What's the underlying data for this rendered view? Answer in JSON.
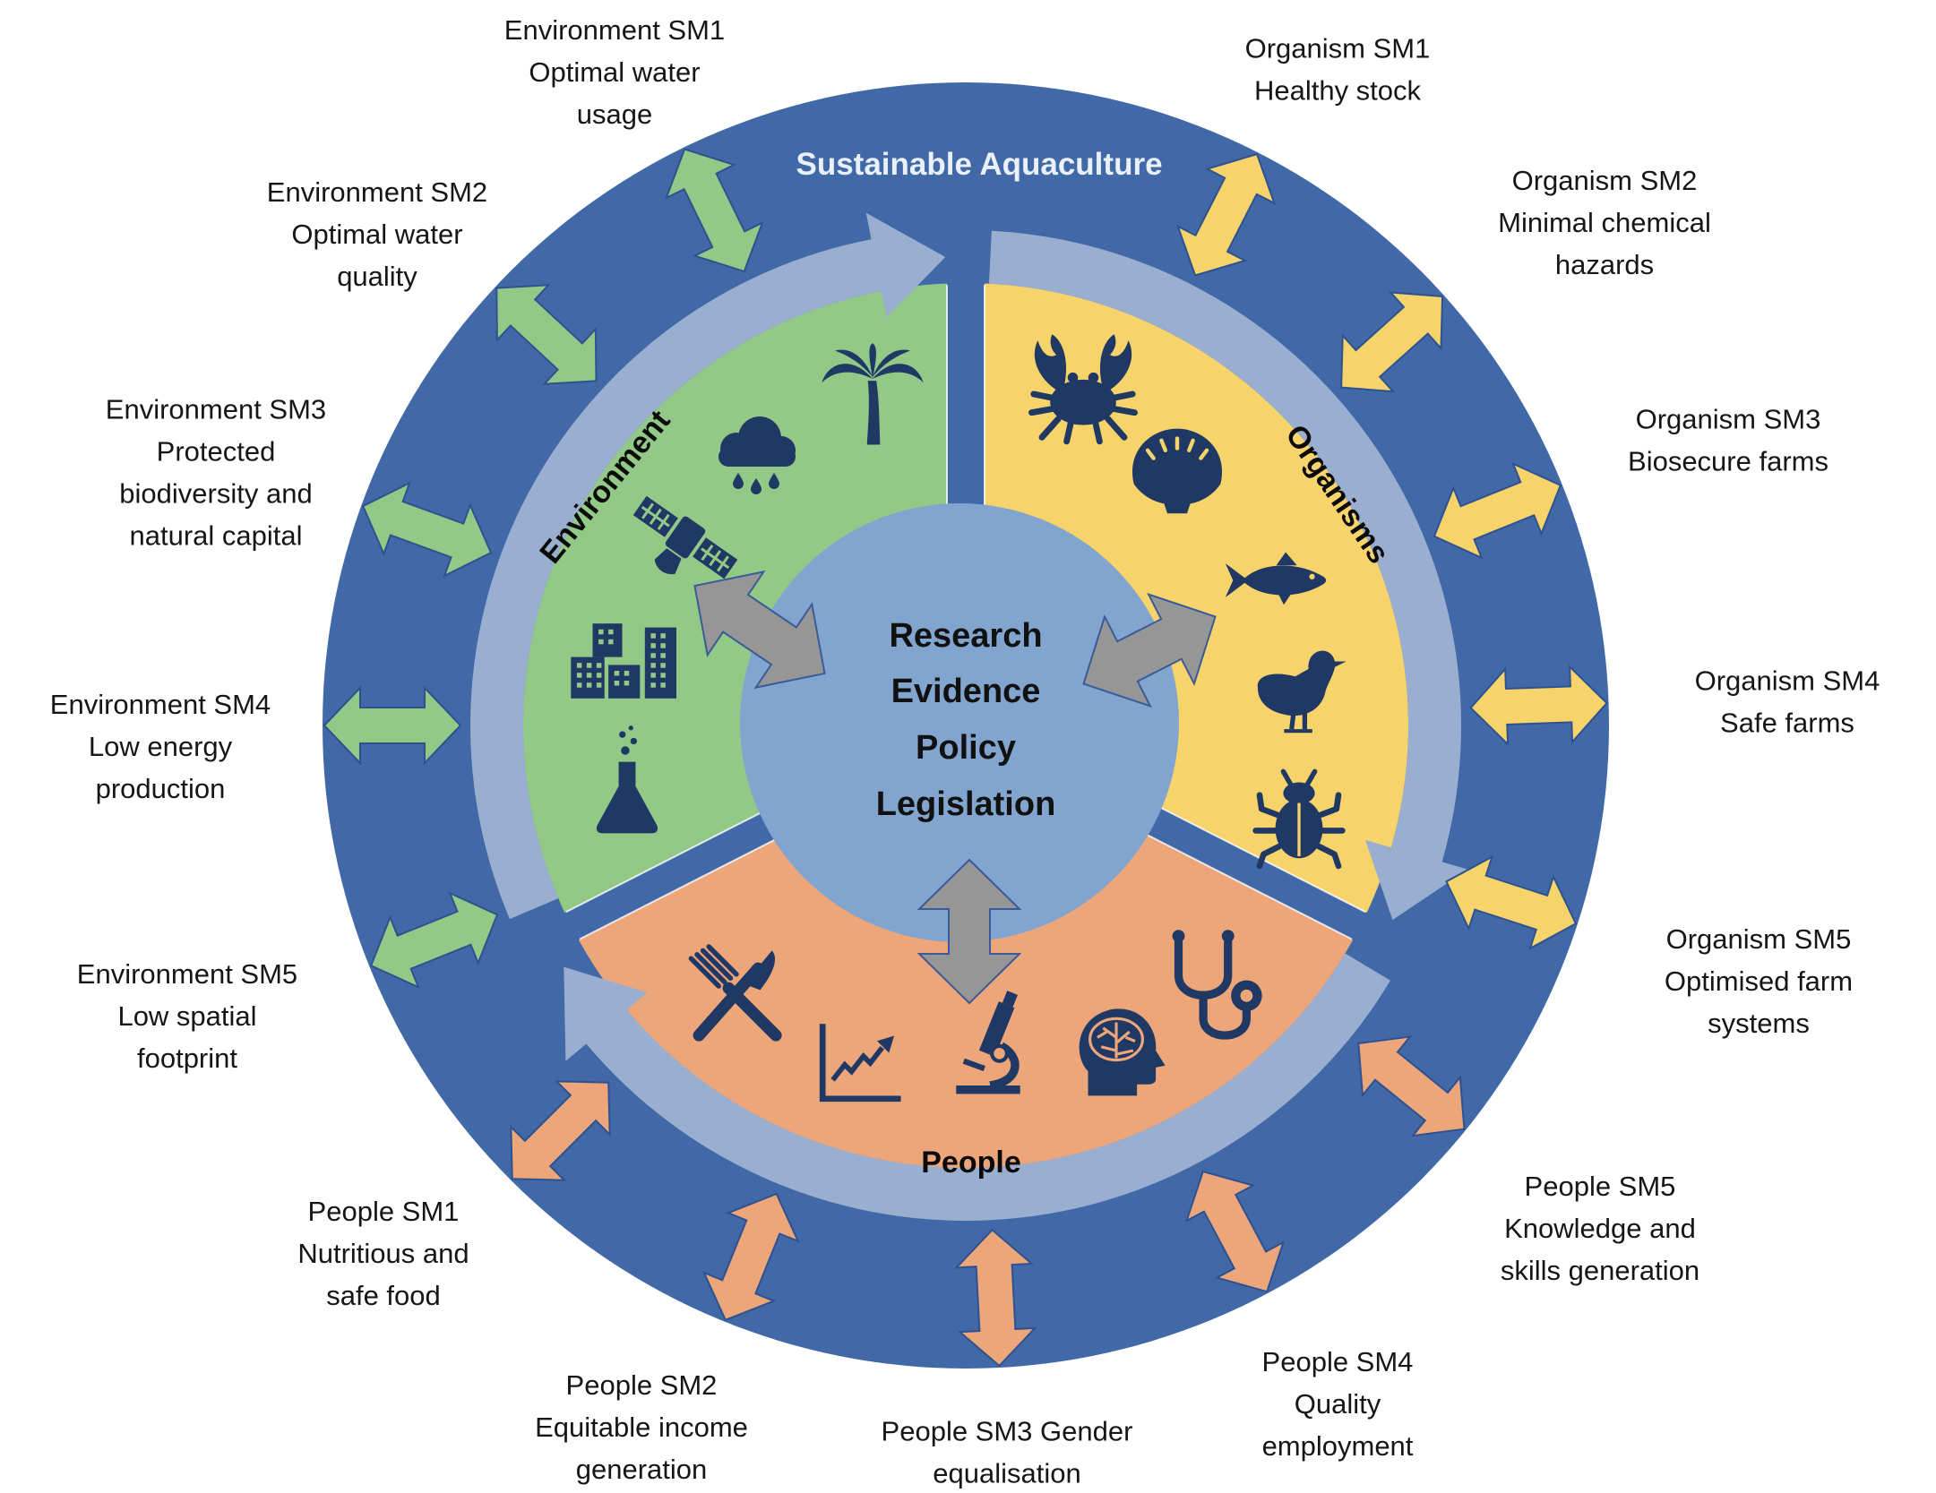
{
  "diagram": {
    "title": "Sustainable Aquaculture",
    "center": {
      "lines": [
        "Research",
        "Evidence",
        "Policy",
        "Legislation"
      ]
    },
    "sections": [
      {
        "key": "environment",
        "name": "Environment",
        "color": "#93C987",
        "icons": [
          "palm-tree",
          "rain-cloud",
          "satellite",
          "city-buildings",
          "chemistry-flask"
        ],
        "goals": [
          {
            "lines": [
              "Environment SM1",
              "Optimal water",
              "usage"
            ]
          },
          {
            "lines": [
              "Environment SM2",
              "Optimal water",
              "quality"
            ]
          },
          {
            "lines": [
              "Environment SM3",
              "Protected",
              "biodiversity and",
              "natural capital"
            ]
          },
          {
            "lines": [
              "Environment SM4",
              "Low energy",
              "production"
            ]
          },
          {
            "lines": [
              "Environment SM5",
              "Low spatial",
              "footprint"
            ]
          }
        ]
      },
      {
        "key": "organisms",
        "name": "Organisms",
        "color": "#F7D36B",
        "icons": [
          "crab",
          "shell",
          "fish",
          "duck",
          "bug"
        ],
        "goals": [
          {
            "lines": [
              "Organism SM1",
              "Healthy stock"
            ]
          },
          {
            "lines": [
              "Organism SM2",
              "Minimal chemical",
              "hazards"
            ]
          },
          {
            "lines": [
              "Organism SM3",
              "Biosecure farms"
            ]
          },
          {
            "lines": [
              "Organism SM4",
              "Safe farms"
            ]
          },
          {
            "lines": [
              "Organism SM5",
              "Optimised farm",
              "systems"
            ]
          }
        ]
      },
      {
        "key": "people",
        "name": "People",
        "color": "#EDA57A",
        "icons": [
          "fork-knife",
          "trend-chart",
          "microscope",
          "brain-head",
          "stethoscope"
        ],
        "goals": [
          {
            "lines": [
              "People SM1",
              "Nutritious and",
              "safe food"
            ]
          },
          {
            "lines": [
              "People SM2",
              "Equitable income",
              "generation"
            ]
          },
          {
            "lines": [
              "People SM3  Gender",
              "equalisation"
            ]
          },
          {
            "lines": [
              "People SM4",
              "Quality",
              "employment"
            ]
          },
          {
            "lines": [
              "People SM5",
              "Knowledge and",
              "skills generation"
            ]
          }
        ]
      }
    ]
  },
  "colors": {
    "ring": "#4169A7",
    "cycle_band": "#9AAED0",
    "center": "#82A5CF",
    "link_arrow": "#969696",
    "arrow_outline": "#2F528F",
    "hub_arrow_outline": "#3B5A98",
    "icon": "#1F3864",
    "title_text": "#EAF0F8"
  }
}
